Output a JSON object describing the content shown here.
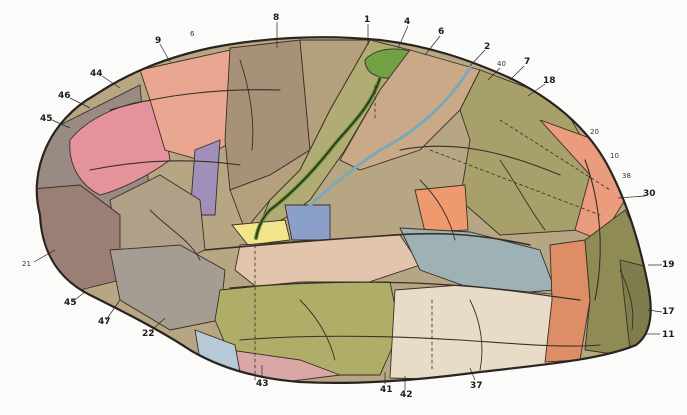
{
  "figure": {
    "colors": {
      "outline": "#2a2420",
      "sulcus": "#3a2f26",
      "central_sulcus_green": "#5f8f37",
      "central_sulcus_dark": "#2b2e1c",
      "rolandic_blue": "#7aa9b8"
    },
    "regions": [
      {
        "id": "orbital-pole",
        "color": "#9b7f74"
      },
      {
        "id": "frontal-pole",
        "color": "#9a8a84"
      },
      {
        "id": "frontal-pink",
        "color": "#e4939b"
      },
      {
        "id": "frontal-upper-salmon",
        "color": "#e9a690"
      },
      {
        "id": "premotor-tan",
        "color": "#a79178"
      },
      {
        "id": "precentral-khaki",
        "color": "#b4a07c"
      },
      {
        "id": "postcentral-green",
        "color": "#b1ac74"
      },
      {
        "id": "precentral-green-cap",
        "color": "#72a144"
      },
      {
        "id": "parietal-tan",
        "color": "#c9a987"
      },
      {
        "id": "supramarginal-olive",
        "color": "#a8a06a"
      },
      {
        "id": "angular-orange",
        "color": "#ee9a6e"
      },
      {
        "id": "occipital-salmon",
        "color": "#ea9c7c"
      },
      {
        "id": "occipital-olive",
        "color": "#8f8b54"
      },
      {
        "id": "occipital-pole",
        "color": "#7f7d4d"
      },
      {
        "id": "temporal-orange",
        "color": "#dd8e66"
      },
      {
        "id": "temporal-upper-pink",
        "color": "#e3c5ad"
      },
      {
        "id": "temporal-blue-grey",
        "color": "#9eb2b6"
      },
      {
        "id": "temporal-middle-olive",
        "color": "#afae69"
      },
      {
        "id": "temporal-lower-cream",
        "color": "#e8dcc8"
      },
      {
        "id": "temporal-pole-grey",
        "color": "#a59c94"
      },
      {
        "id": "broca-tan",
        "color": "#b0a087"
      },
      {
        "id": "insula-purple",
        "color": "#a08fb8"
      },
      {
        "id": "blue-patch",
        "color": "#8b9fc8"
      },
      {
        "id": "yellow-patch",
        "color": "#f3e58a"
      },
      {
        "id": "inferior-pink",
        "color": "#d9a7a5"
      },
      {
        "id": "inferior-blue",
        "color": "#b5c9d6"
      }
    ],
    "labels": [
      {
        "id": "8",
        "text": "8"
      },
      {
        "id": "1",
        "text": "1"
      },
      {
        "id": "4",
        "text": "4"
      },
      {
        "id": "6",
        "text": "6"
      },
      {
        "id": "9",
        "text": "9"
      },
      {
        "id": "6b",
        "text": "6"
      },
      {
        "id": "44",
        "text": "44"
      },
      {
        "id": "46",
        "text": "46"
      },
      {
        "id": "45",
        "text": "45"
      },
      {
        "id": "2",
        "text": "2"
      },
      {
        "id": "40",
        "text": "40"
      },
      {
        "id": "18",
        "text": "18"
      },
      {
        "id": "22",
        "text": "22"
      },
      {
        "id": "37",
        "text": "37"
      },
      {
        "id": "20",
        "text": "20"
      },
      {
        "id": "10",
        "text": "10"
      },
      {
        "id": "7",
        "text": "7"
      },
      {
        "id": "47",
        "text": "47"
      },
      {
        "id": "11",
        "text": "11"
      },
      {
        "id": "42",
        "text": "42"
      },
      {
        "id": "30",
        "text": "30"
      },
      {
        "id": "17",
        "text": "17"
      },
      {
        "id": "19",
        "text": "19"
      },
      {
        "id": "38",
        "text": "38"
      },
      {
        "id": "21",
        "text": "21"
      },
      {
        "id": "41",
        "text": "41"
      },
      {
        "id": "43",
        "text": "43"
      }
    ]
  }
}
